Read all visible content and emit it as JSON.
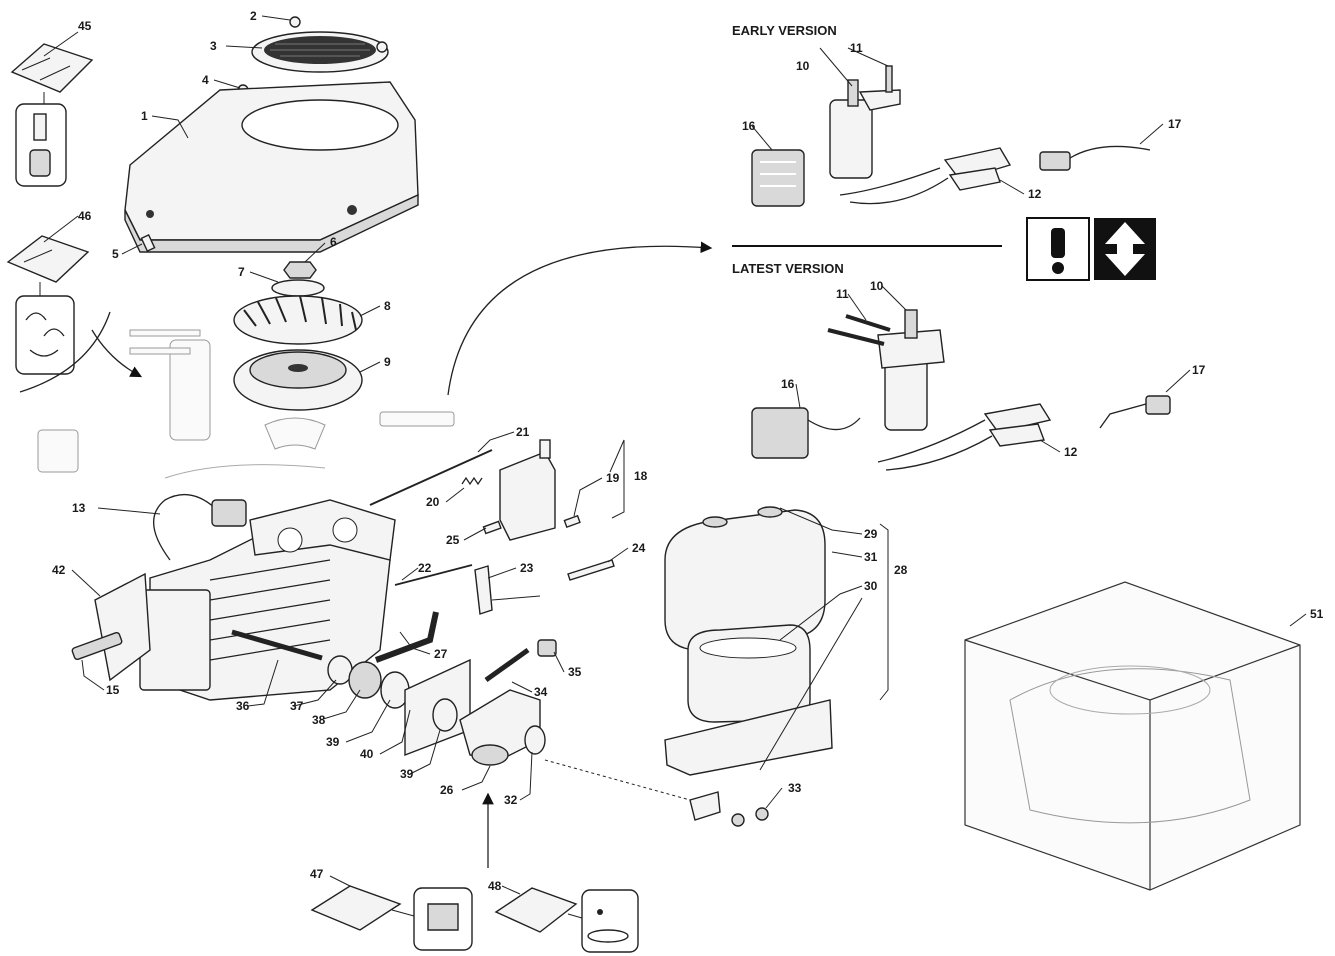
{
  "headings": {
    "early_version": "EARLY VERSION",
    "latest_version": "LATEST VERSION"
  },
  "icons": [
    "warning-exclamation-icon",
    "interchange-arrows-icon",
    "flow-arrow-icon"
  ],
  "callouts": [
    "1",
    "2",
    "3",
    "4",
    "5",
    "6",
    "7",
    "8",
    "9",
    "10",
    "11",
    "12",
    "13",
    "15",
    "16",
    "17",
    "18",
    "19",
    "20",
    "21",
    "22",
    "23",
    "24",
    "25",
    "26",
    "27",
    "28",
    "29",
    "30",
    "31",
    "32",
    "33",
    "34",
    "35",
    "36",
    "37",
    "38",
    "39",
    "40",
    "42",
    "45",
    "46",
    "47",
    "48",
    "51"
  ],
  "labels": {
    "c1": "1",
    "c2": "2",
    "c3": "3",
    "c4": "4",
    "c5": "5",
    "c6": "6",
    "c7": "7",
    "c8": "8",
    "c9": "9",
    "c10a": "10",
    "c11a": "11",
    "c16a": "16",
    "c17a": "17",
    "c12a": "12",
    "c11b": "11",
    "c10b": "10",
    "c16b": "16",
    "c17b": "17",
    "c12b": "12",
    "c13": "13",
    "c42": "42",
    "c15": "15",
    "c36": "36",
    "c37": "37",
    "c38": "38",
    "c39a": "39",
    "c40": "40",
    "c39b": "39",
    "c26": "26",
    "c32": "32",
    "c21": "21",
    "c20": "20",
    "c19": "19",
    "c18": "18",
    "c25": "25",
    "c22": "22",
    "c23": "23",
    "c24": "24",
    "c27": "27",
    "c34": "34",
    "c35": "35",
    "c29": "29",
    "c31": "31",
    "c30": "30",
    "c28": "28",
    "c33": "33",
    "c51": "51",
    "c45": "45",
    "c46": "46",
    "c47": "47",
    "c48": "48"
  }
}
